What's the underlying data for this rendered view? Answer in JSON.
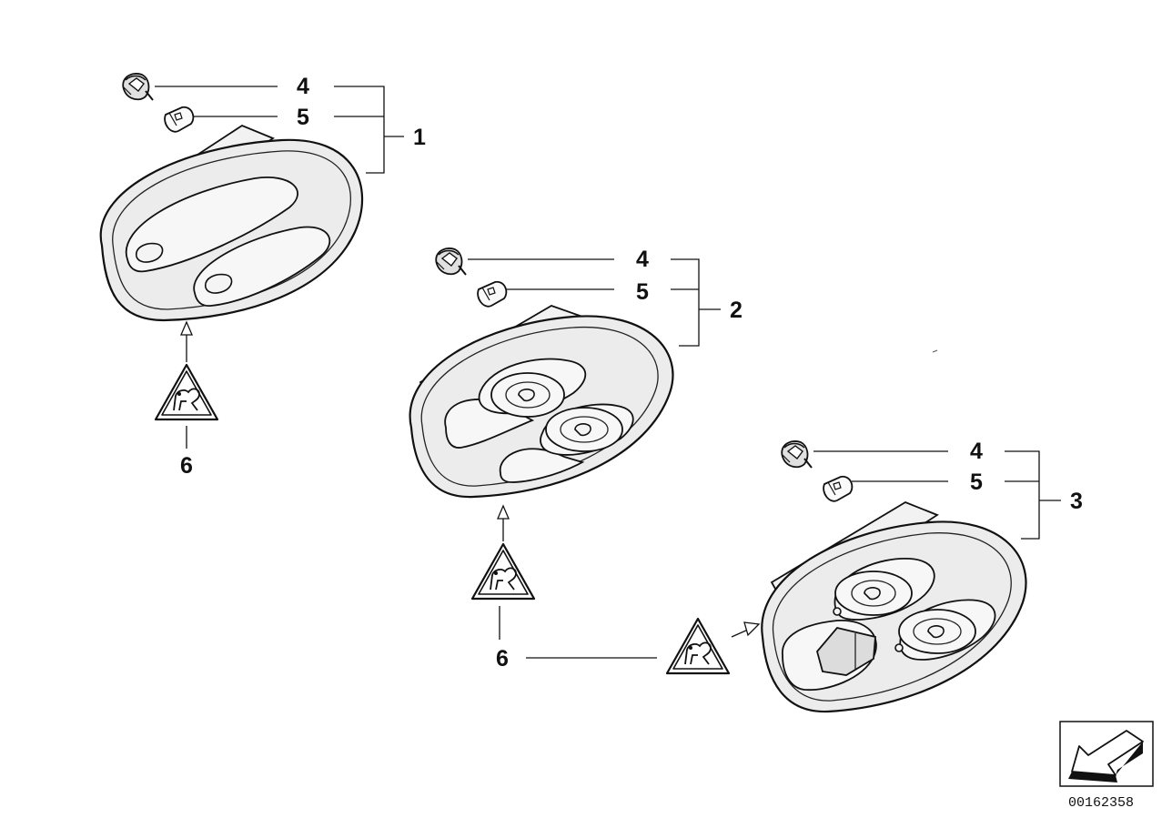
{
  "callouts": {
    "a": {
      "socket": "4",
      "bulb": "5",
      "assembly": "1",
      "warning": "6"
    },
    "b": {
      "socket": "4",
      "bulb": "5",
      "assembly": "2",
      "warning": "6"
    },
    "c": {
      "socket": "4",
      "bulb": "5",
      "assembly": "3"
    }
  },
  "doc_number": "00162358",
  "icons": [
    "bulb-socket-icon",
    "bulb-icon",
    "warning-triangle-icon",
    "arrow-symbol-icon"
  ]
}
